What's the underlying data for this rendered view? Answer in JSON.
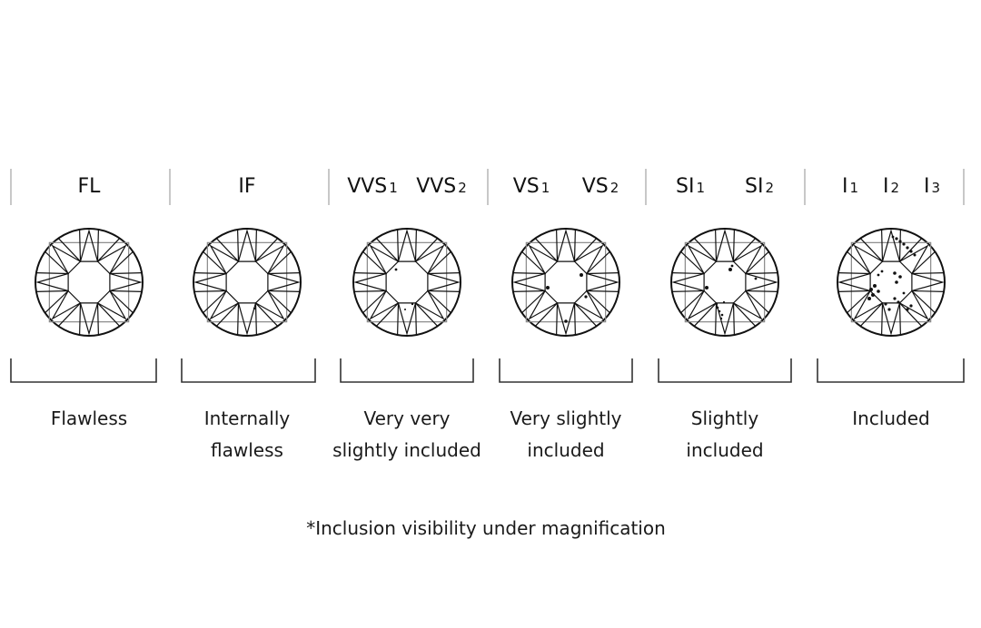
{
  "clarity_scale": [
    {
      "id": "fl",
      "grades": [
        {
          "main": "FL",
          "sub": ""
        }
      ],
      "description": [
        "Flawless"
      ],
      "inclusion_level": 0
    },
    {
      "id": "if",
      "grades": [
        {
          "main": "IF",
          "sub": ""
        }
      ],
      "description": [
        "Internally",
        "flawless"
      ],
      "inclusion_level": 1
    },
    {
      "id": "vvs",
      "grades": [
        {
          "main": "VVS",
          "sub": "1"
        },
        {
          "main": "VVS",
          "sub": "2"
        }
      ],
      "description": [
        "Very very",
        "slightly included"
      ],
      "inclusion_level": 2
    },
    {
      "id": "vs",
      "grades": [
        {
          "main": "VS",
          "sub": "1"
        },
        {
          "main": "VS",
          "sub": "2"
        }
      ],
      "description": [
        "Very slightly",
        "included"
      ],
      "inclusion_level": 3
    },
    {
      "id": "si",
      "grades": [
        {
          "main": "SI",
          "sub": "1"
        },
        {
          "main": "SI",
          "sub": "2"
        }
      ],
      "description": [
        "Slightly",
        "included"
      ],
      "inclusion_level": 4
    },
    {
      "id": "i",
      "grades": [
        {
          "main": "I",
          "sub": "1"
        },
        {
          "main": "I",
          "sub": "2"
        },
        {
          "main": "I",
          "sub": "3"
        }
      ],
      "description": [
        "Included"
      ],
      "inclusion_level": 5
    }
  ],
  "footnote": "*Inclusion visibility under magnification"
}
